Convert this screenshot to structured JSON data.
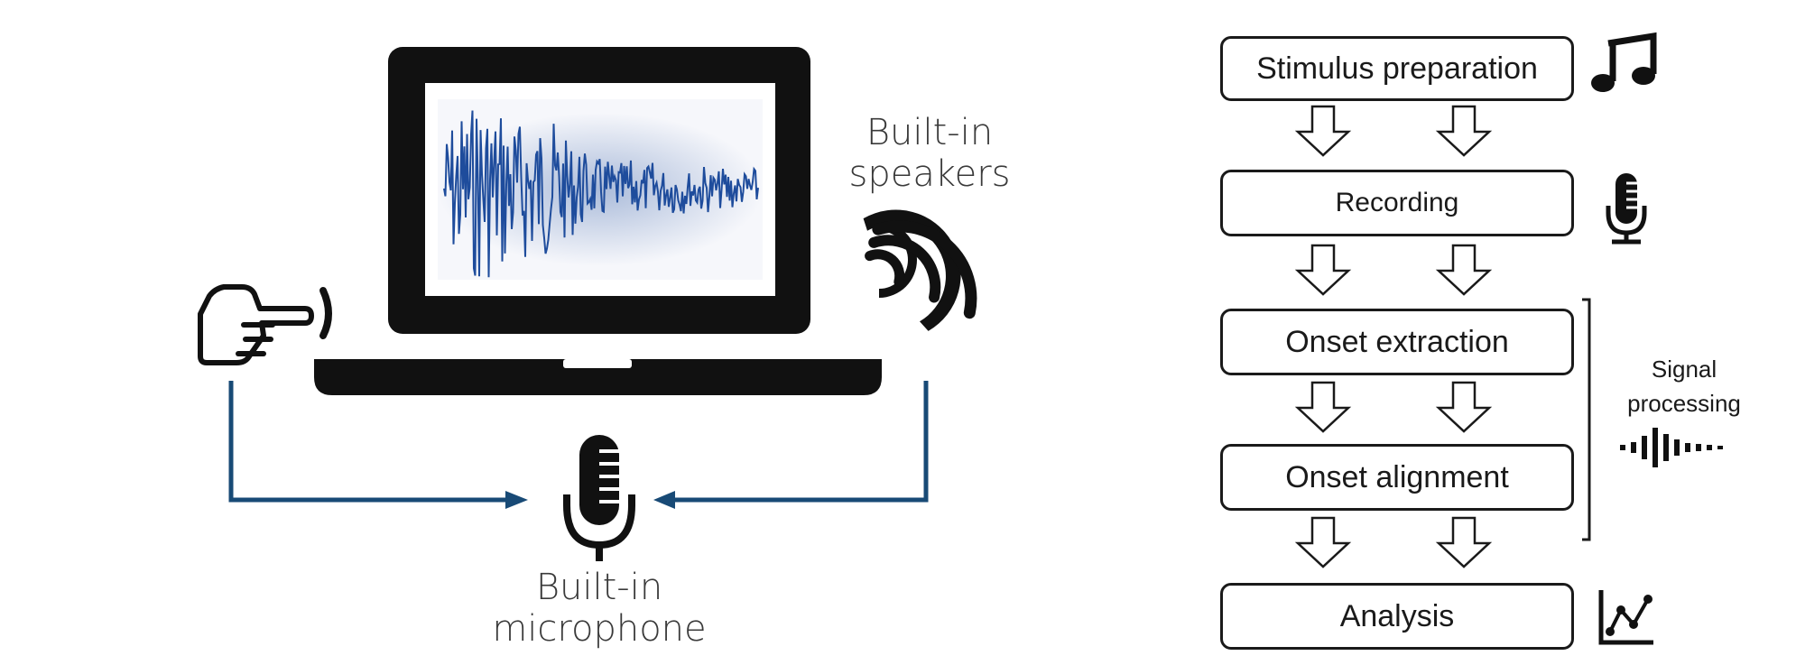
{
  "setup": {
    "speakers_label": [
      "Built-in",
      "speakers"
    ],
    "microphone_label": [
      "Built-in",
      "microphone"
    ]
  },
  "pipeline": {
    "steps": [
      {
        "label": "Stimulus preparation",
        "icon": "music-note-icon"
      },
      {
        "label": "Recording",
        "icon": "microphone-icon"
      },
      {
        "label": "Onset extraction",
        "icon": ""
      },
      {
        "label": "Onset alignment",
        "icon": ""
      },
      {
        "label": "Analysis",
        "icon": "line-chart-icon"
      }
    ],
    "group_label": [
      "Signal",
      "processing"
    ],
    "group_icon": "waveform-icon"
  },
  "colors": {
    "arrow_blue": "#184a76",
    "waveform_blue": "#1e4c9c",
    "ink": "#111111"
  }
}
